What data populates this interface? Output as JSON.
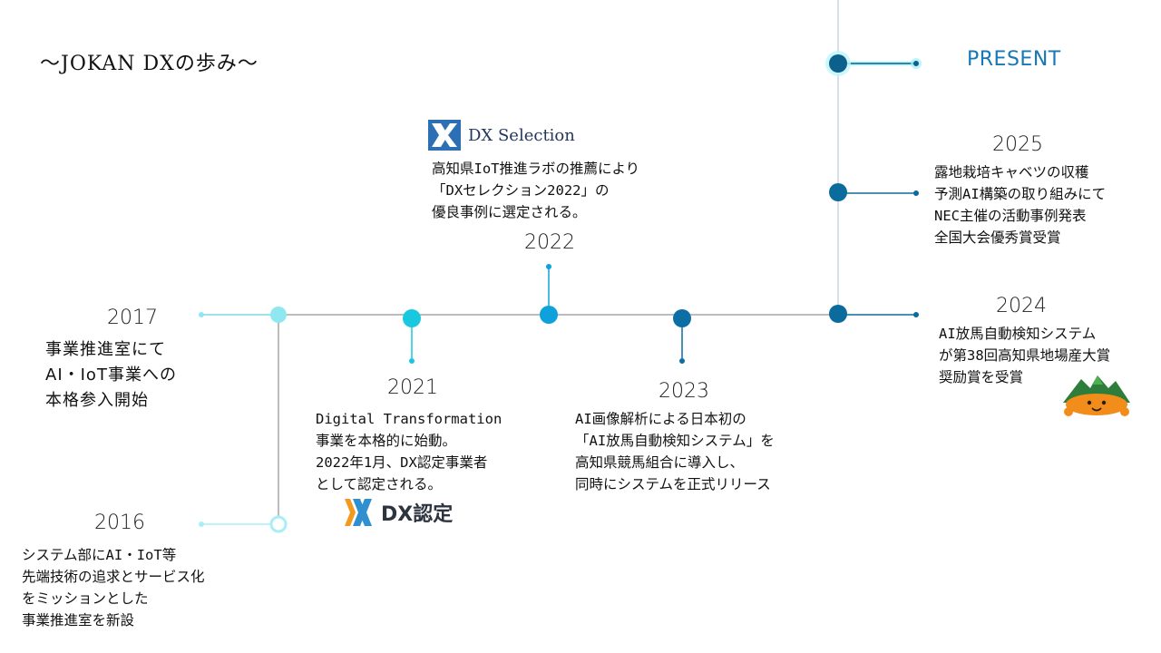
{
  "title": "〜JOKAN DXの歩み〜",
  "present_label": "PRESENT",
  "colors": {
    "axis": "#a6a6a6",
    "vertical_line": "#c9d6e0",
    "dot_2016": "#a8eef5",
    "dot_2017": "#8fe7f2",
    "dot_2021": "#19c7df",
    "dot_2022": "#0fa1dc",
    "dot_2023": "#0d6ea6",
    "dot_2024": "#0b6b9c",
    "dot_2025": "#0b6b9c",
    "dot_present": "#0d5f8c",
    "present_text": "#1678b5"
  },
  "events": [
    {
      "year": "2016",
      "lines": [
        "システム部にAI・IoT等",
        "先端技術の追求とサービス化",
        "をミッションとした",
        "事業推進室を新設"
      ]
    },
    {
      "year": "2017",
      "lines": [
        "事業推進室にて",
        "AI・IoT事業への",
        "本格参入開始"
      ]
    },
    {
      "year": "2021",
      "lines": [
        "Digital Transformation",
        "事業を本格的に始動。",
        "2022年1月、DX認定事業者",
        "として認定される。"
      ],
      "logo_text": "DX認定"
    },
    {
      "year": "2022",
      "lines": [
        "高知県IoT推進ラボの推薦により",
        "「DXセレクション2022」の",
        "優良事例に選定される。"
      ],
      "logo_text": "DX Selection"
    },
    {
      "year": "2023",
      "lines": [
        "AI画像解析による日本初の",
        "「AI放馬自動検知システム」を",
        "高知県競馬組合に導入し、",
        "同時にシステムを正式リリース"
      ]
    },
    {
      "year": "2024",
      "lines": [
        "AI放馬自動検知システム",
        "が第38回高知県地場産大賞",
        "奨励賞を受賞"
      ]
    },
    {
      "year": "2025",
      "lines": [
        "露地栽培キャベツの収穫",
        "予測AI構築の取り組みにて",
        "NEC主催の活動事例発表",
        "全国大会優秀賞受賞"
      ]
    }
  ]
}
